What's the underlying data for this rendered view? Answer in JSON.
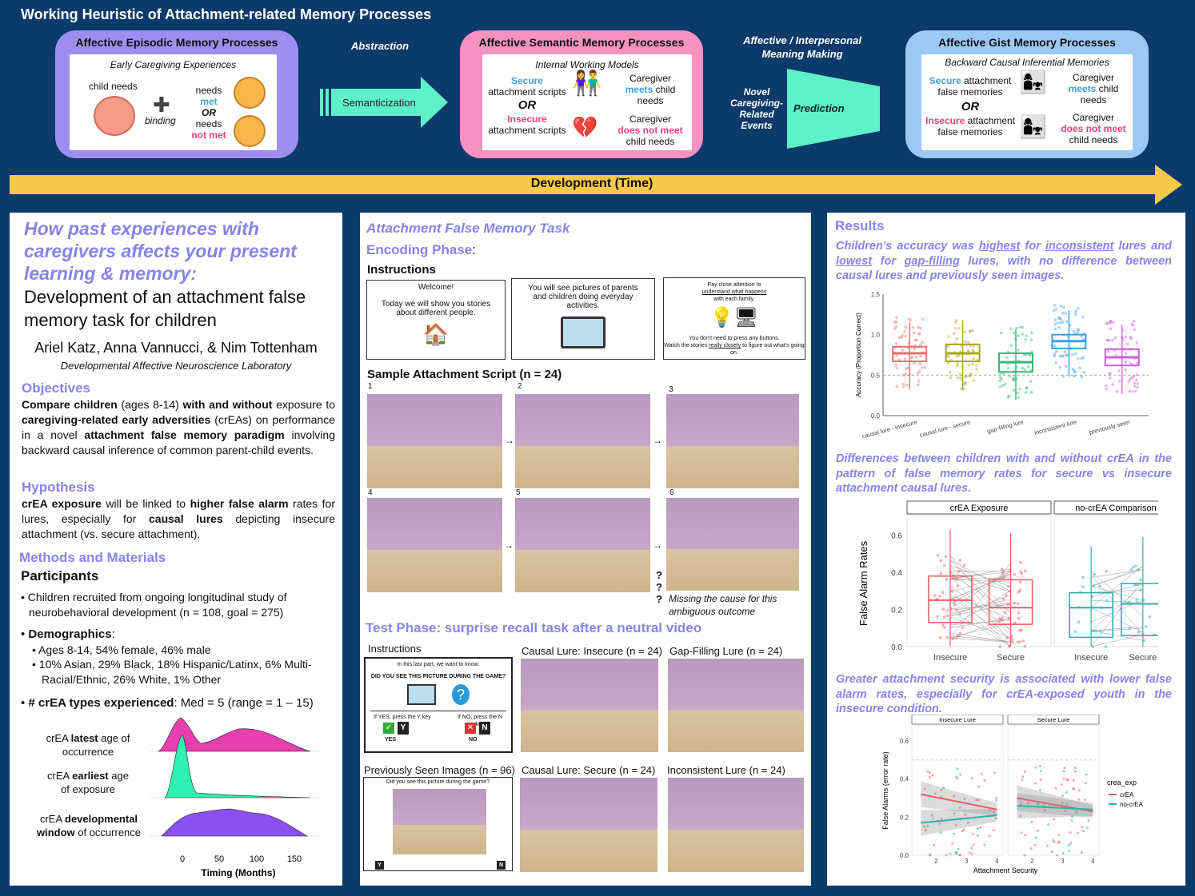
{
  "header": {
    "title": "Working Heuristic of Attachment-related Memory Processes",
    "abstraction": "Abstraction",
    "semanticization": "Semanticization",
    "affective_meaning": "Affective / Interpersonal Meaning Making",
    "novel_events": "Novel Caregiving- Related Events",
    "prediction": "Prediction",
    "development": "Development (Time)",
    "episodic": {
      "title": "Affective Episodic Memory Processes",
      "subtitle": "Early Caregiving Experiences",
      "child_needs": "child needs",
      "binding": "binding",
      "needs1": "needs",
      "met": "met",
      "or": "OR",
      "needs2": "needs",
      "not_met": "not met"
    },
    "semantic": {
      "title": "Affective Semantic Memory Processes",
      "subtitle": "Internal Working Models",
      "secure": "Secure",
      "secure_scripts": "attachment scripts",
      "or": "OR",
      "insecure": "Insecure",
      "insecure_scripts": "attachment scripts",
      "cg1": "Caregiver",
      "meets": "meets",
      "child1": "child",
      "needs1": "needs",
      "cg2": "Caregiver",
      "does_not_meet": "does not meet",
      "child_needs2": "child needs"
    },
    "gist": {
      "title": "Affective Gist Memory Processes",
      "subtitle": "Backward Causal Inferential Memories",
      "secure": "Secure",
      "attachment1": "attachment",
      "false1": "false memories",
      "or": "OR",
      "insecure": "Insecure",
      "attachment2": "attachment",
      "false2": "false memories",
      "cg1": "Caregiver",
      "meets": "meets",
      "child1": "child",
      "needs1": "needs",
      "cg2": "Caregiver",
      "does_not_meet": "does not meet",
      "child_needs2": "child needs"
    }
  },
  "left": {
    "title_italic": "How past experiences with caregivers affects your present learning & memory:",
    "title_plain": "Development of an attachment false memory task for children",
    "authors": "Ariel Katz, Anna Vannucci, & Nim Tottenham",
    "lab": "Developmental Affective Neuroscience Laboratory",
    "objectives_h": "Objectives",
    "obj": {
      "a": "Compare children",
      "b": " (ages 8-14) ",
      "c": "with and without",
      "d": " exposure to ",
      "e": "caregiving-related early adversities",
      "f": " (crEAs) on performance in a novel ",
      "g": "attachment false memory paradigm",
      "h": " involving backward causal inference of common parent-child events."
    },
    "hypothesis_h": "Hypothesis",
    "hyp": {
      "a": "crEA exposure",
      "b": " will be linked to ",
      "c": "higher false alarm",
      "d": " rates for lures, especially for ",
      "e": "causal lures",
      "f": " depicting insecure attachment (vs. secure attachment)."
    },
    "methods_h": "Methods and Materials",
    "participants_h": "Participants",
    "bullet1": "Children recruited from ongoing longitudinal study of neurobehavioral development (n = 108, goal = 275)",
    "demographics_h": "Demographics",
    "demo_colon": ":",
    "demo1": "Ages 8-14, 54% female, 46% male",
    "demo2": "10% Asian, 29% Black, 18% Hispanic/Latinx, 6% Multi-Racial/Ethnic, 26% White, 1% Other",
    "crea_types_bold": "# crEA types experienced",
    "crea_types_rest": ": Med = 5 (range = 1 – 15)",
    "ridge": {
      "r1a": "crEA ",
      "r1b": "latest",
      "r1c": " age of occurrence",
      "r2a": "crEA ",
      "r2b": "earliest",
      "r2c": " age of exposure",
      "r3a": "crEA ",
      "r3b": "developmental window",
      "r3c": " of occurrence",
      "ticks": [
        "0",
        "50",
        "100",
        "150"
      ],
      "xlabel": "Timing (Months)",
      "colors": [
        "#e83fb0",
        "#2ef0b0",
        "#8a4ff0"
      ]
    }
  },
  "middle": {
    "title": "Attachment False Memory Task",
    "encoding": "Encoding Phase",
    "colon": ":",
    "instructions": "Instructions",
    "screen1_a": "Welcome!",
    "screen1_b": "Today we will show you stories about different people.",
    "screen2": "You will see pictures of parents and children doing everyday activities.",
    "screen3_a": "Pay close attention to",
    "screen3_b": "understand what happens",
    "screen3_c": "with each family.",
    "screen3_d": "You don't need to press any buttons.",
    "screen3_e1": "Watch the stories ",
    "screen3_e2": "really closely",
    "screen3_e3": " to figure out what's going on.",
    "sample": "Sample Attachment Script (n = 24)",
    "nums": [
      "1",
      "2",
      "3",
      "4",
      "5",
      "6"
    ],
    "q": "?",
    "missing": "Missing the cause for this ambiguous outcome",
    "test": "Test Phase: surprise recall task after a neutral video",
    "test_instr": "Instructions",
    "test_s1": "In this last part, we want to know:",
    "test_s2": "DID YOU SEE THIS PICTURE DURING THE GAME?",
    "test_s3": "If YES, press the Y key",
    "test_s4": "If NO, press the N key",
    "yes": "YES",
    "no": "NO",
    "y": "Y",
    "n": "N",
    "causal_insecure": "Causal Lure: Insecure (n = 24)",
    "gap_filling": "Gap-Filling Lure (n = 24)",
    "prev_seen": "Previously Seen Images (n = 96)",
    "prev_q": "Did you see this picture during the game?",
    "causal_secure": "Causal Lure: Secure (n = 24)",
    "inconsistent": "Inconsistent Lure (n = 24)"
  },
  "right": {
    "results_h": "Results",
    "r1": {
      "a": "Children's accuracy was ",
      "b": "highest",
      "c": " for ",
      "d": "inconsistent",
      "e": " lures and ",
      "f": "lowest",
      "g": " for ",
      "h": "gap-filling",
      "i": " lures, with no difference between causal lures and previously seen images."
    },
    "r2": "Differences between children with and without crEA in the pattern of false memory rates for secure vs insecure attachment causal lures.",
    "r3": "Greater attachment security is associated with lower false alarm rates, especially for crEA-exposed youth in the insecure condition."
  },
  "chart_data": [
    {
      "type": "box",
      "ylabel": "Accuracy (Proportion Correct)",
      "categories": [
        "causal lure - insecure",
        "causal lure - secure",
        "gap-filling lure",
        "inconsistent lure",
        "previously seen"
      ],
      "yticks": [
        "0.0",
        "0.5",
        "1.0",
        "1.5"
      ],
      "ylim": [
        0,
        1.5
      ],
      "reference_line": 0.5,
      "medians": [
        0.77,
        0.77,
        0.66,
        0.92,
        0.72
      ],
      "q1": [
        0.67,
        0.67,
        0.54,
        0.83,
        0.62
      ],
      "q3": [
        0.85,
        0.88,
        0.77,
        1.0,
        0.82
      ],
      "colors": [
        "#e87070",
        "#a8a820",
        "#38b878",
        "#3aa0e8",
        "#d060e0"
      ]
    },
    {
      "type": "box",
      "ylabel": "False Alarm Rates",
      "panels": [
        "crEA Exposure",
        "no-crEA Comparison"
      ],
      "categories": [
        "Insecure",
        "Secure"
      ],
      "yticks": [
        "0.0",
        "0.2",
        "0.4",
        "0.6"
      ],
      "ylim": [
        0,
        0.68
      ],
      "medians": [
        [
          0.25,
          0.21
        ],
        [
          0.21,
          0.23
        ]
      ],
      "q1": [
        [
          0.13,
          0.12
        ],
        [
          0.05,
          0.06
        ]
      ],
      "q3": [
        [
          0.38,
          0.36
        ],
        [
          0.29,
          0.34
        ]
      ],
      "colors": [
        "#e86060",
        "#30b0b0"
      ]
    },
    {
      "type": "scatter",
      "ylabel": "False Alarms (error rate)",
      "xlabel": "Attachment Security",
      "panels": [
        "Insecure Lure",
        "Secure Lure"
      ],
      "xticks": [
        "2",
        "3",
        "4"
      ],
      "yticks": [
        "0.0",
        "0.2",
        "0.4",
        "0.6"
      ],
      "legend_title": "crea_exp",
      "legend": [
        "crEA",
        "no-crEA"
      ],
      "colors": [
        "#e86060",
        "#30b0b0"
      ],
      "fits": [
        [
          [
            1.5,
            0.32
          ],
          [
            4,
            0.24
          ]
        ],
        [
          [
            1.5,
            0.17
          ],
          [
            4,
            0.21
          ]
        ],
        [
          [
            1.5,
            0.3
          ],
          [
            4,
            0.23
          ]
        ],
        [
          [
            1.5,
            0.26
          ],
          [
            4,
            0.24
          ]
        ]
      ]
    }
  ]
}
